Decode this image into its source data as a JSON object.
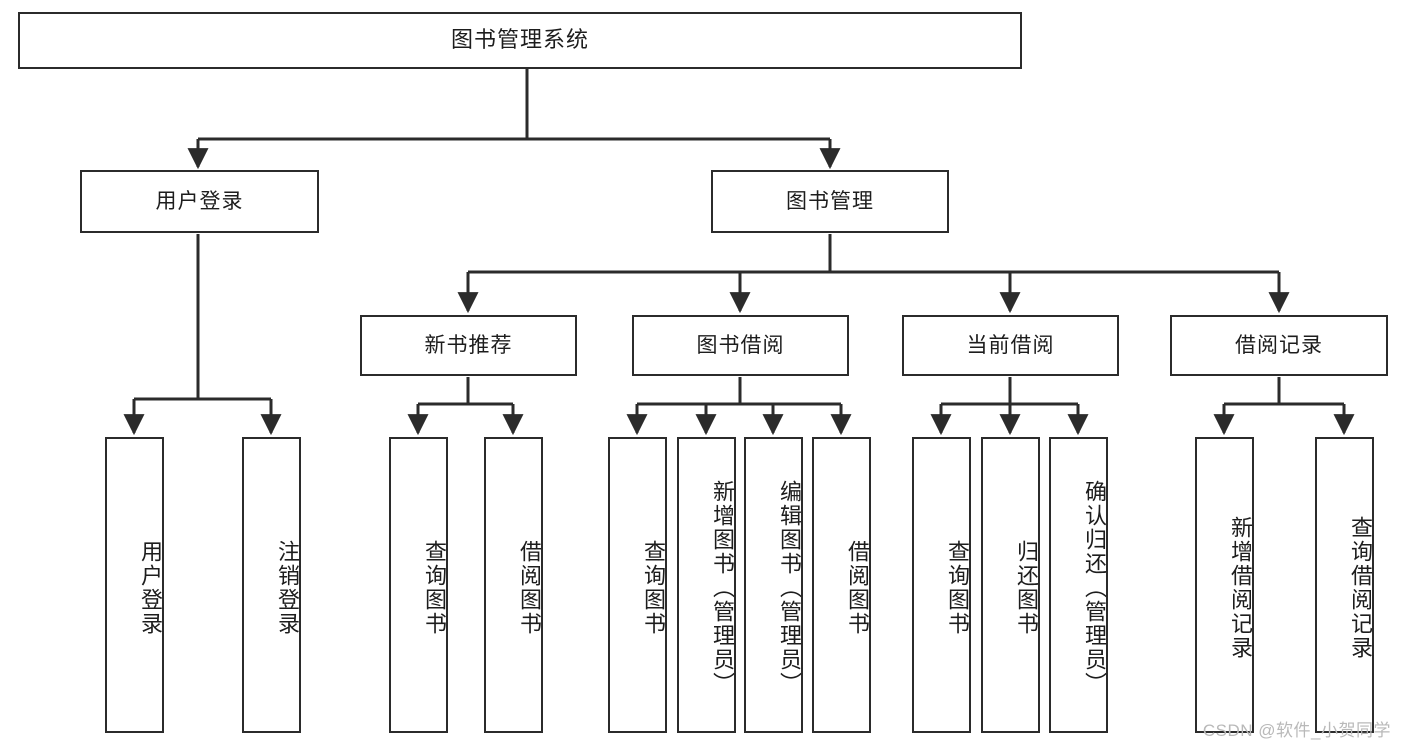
{
  "diagram": {
    "type": "tree",
    "title": "图书管理系统",
    "watermark": "CSDN @软件_小贺同学",
    "colors": {
      "stroke": "#2b2b2b",
      "fill": "#ffffff",
      "text": "#1d1d1d",
      "watermark": "#b9b9b9"
    },
    "nodes": {
      "root": {
        "label": "图书管理系统"
      },
      "level2": [
        {
          "id": "user-login",
          "label": "用户登录"
        },
        {
          "id": "book-management",
          "label": "图书管理"
        }
      ],
      "level3": [
        {
          "id": "new-book-recommend",
          "label": "新书推荐"
        },
        {
          "id": "book-borrow",
          "label": "图书借阅"
        },
        {
          "id": "current-borrow",
          "label": "当前借阅"
        },
        {
          "id": "borrow-record",
          "label": "借阅记录"
        }
      ],
      "leaves": {
        "user_login": [
          {
            "id": "leaf-user-login",
            "label": "用户登录"
          },
          {
            "id": "leaf-logout-login",
            "label": "注销登录"
          }
        ],
        "new_book_recommend": [
          {
            "id": "leaf-query-book-1",
            "label": "查询图书"
          },
          {
            "id": "leaf-borrow-book-1",
            "label": "借阅图书"
          }
        ],
        "book_borrow": [
          {
            "id": "leaf-query-book-2",
            "label": "查询图书"
          },
          {
            "id": "leaf-add-book",
            "label": "新增图书（管理员）"
          },
          {
            "id": "leaf-edit-book",
            "label": "编辑图书（管理员）"
          },
          {
            "id": "leaf-borrow-book-2",
            "label": "借阅图书"
          }
        ],
        "current_borrow": [
          {
            "id": "leaf-query-book-3",
            "label": "查询图书"
          },
          {
            "id": "leaf-return-book",
            "label": "归还图书"
          },
          {
            "id": "leaf-confirm-return",
            "label": "确认归还（管理员）"
          }
        ],
        "borrow_record": [
          {
            "id": "leaf-add-record",
            "label": "新增借阅记录"
          },
          {
            "id": "leaf-query-record",
            "label": "查询借阅记录"
          }
        ]
      }
    },
    "edges": [
      {
        "from": "图书管理系统",
        "to": "用户登录"
      },
      {
        "from": "图书管理系统",
        "to": "图书管理"
      },
      {
        "from": "图书管理",
        "to": "新书推荐"
      },
      {
        "from": "图书管理",
        "to": "图书借阅"
      },
      {
        "from": "图书管理",
        "to": "当前借阅"
      },
      {
        "from": "图书管理",
        "to": "借阅记录"
      },
      {
        "from": "用户登录",
        "to": "用户登录"
      },
      {
        "from": "用户登录",
        "to": "注销登录"
      },
      {
        "from": "新书推荐",
        "to": "查询图书"
      },
      {
        "from": "新书推荐",
        "to": "借阅图书"
      },
      {
        "from": "图书借阅",
        "to": "查询图书"
      },
      {
        "from": "图书借阅",
        "to": "新增图书（管理员）"
      },
      {
        "from": "图书借阅",
        "to": "编辑图书（管理员）"
      },
      {
        "from": "图书借阅",
        "to": "借阅图书"
      },
      {
        "from": "当前借阅",
        "to": "查询图书"
      },
      {
        "from": "当前借阅",
        "to": "归还图书"
      },
      {
        "from": "当前借阅",
        "to": "确认归还（管理员）"
      },
      {
        "from": "借阅记录",
        "to": "新增借阅记录"
      },
      {
        "from": "借阅记录",
        "to": "查询借阅记录"
      }
    ]
  }
}
